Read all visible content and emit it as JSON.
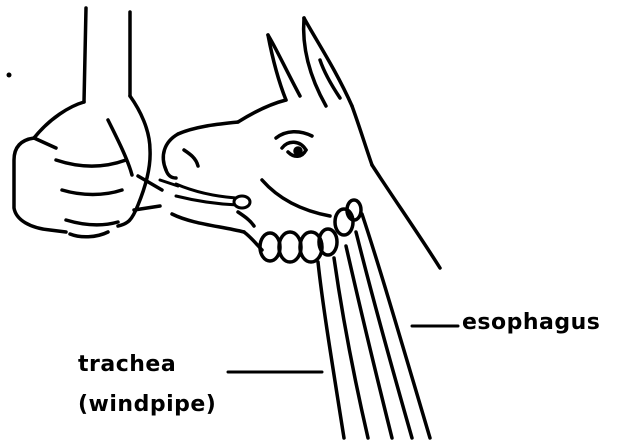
{
  "labels": {
    "esophagus": "esophagus",
    "trachea": "trachea",
    "windpipe": "(windpipe)"
  },
  "colors": {
    "ink": "#000000",
    "background": "#ffffff"
  }
}
